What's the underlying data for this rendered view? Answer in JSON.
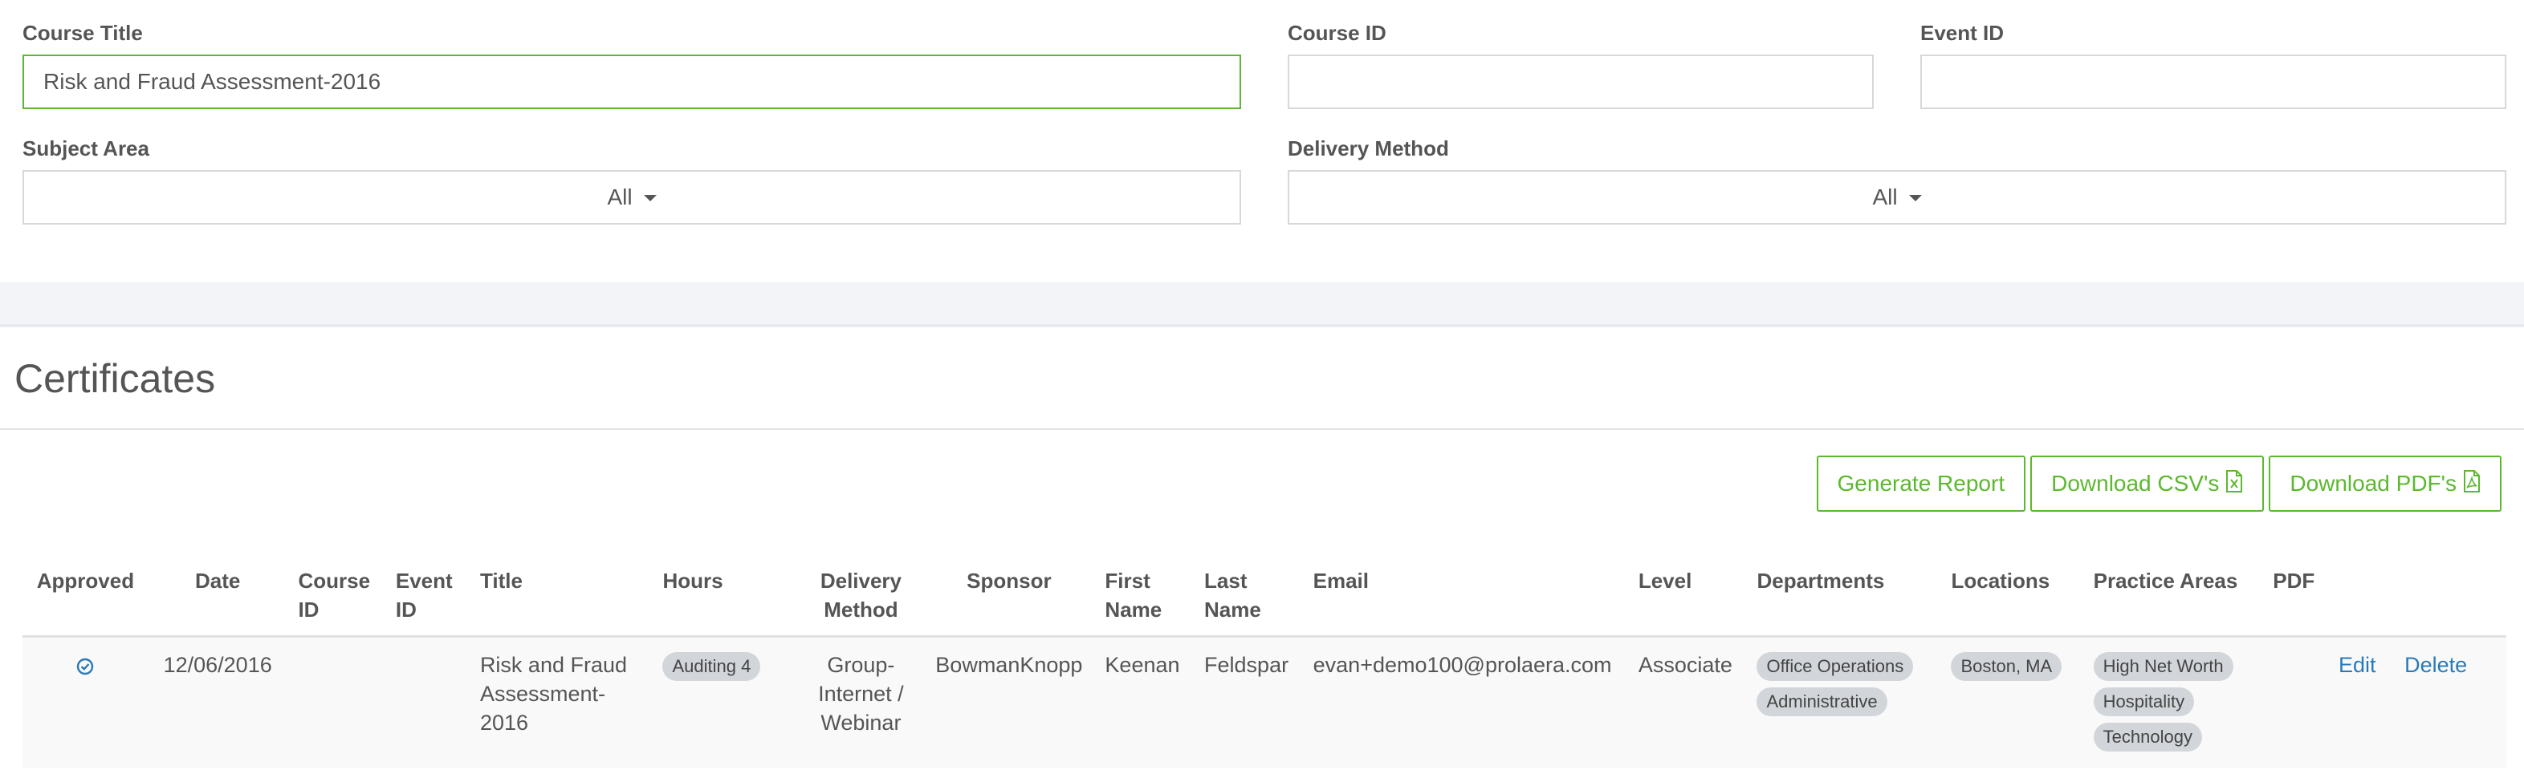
{
  "filters": {
    "course_title": {
      "label": "Course Title",
      "value": "Risk and Fraud Assessment-2016"
    },
    "course_id": {
      "label": "Course ID",
      "value": ""
    },
    "event_id": {
      "label": "Event ID",
      "value": ""
    },
    "subject_area": {
      "label": "Subject Area",
      "selected": "All"
    },
    "delivery_method": {
      "label": "Delivery Method",
      "selected": "All"
    }
  },
  "certificates": {
    "title": "Certificates",
    "actions": {
      "generate_report": "Generate Report",
      "download_csv": "Download CSV's",
      "download_pdf": "Download PDF's"
    },
    "columns": {
      "approved": "Approved",
      "date": "Date",
      "course_id_1": "Course",
      "course_id_2": "ID",
      "event_id_1": "Event",
      "event_id_2": "ID",
      "title": "Title",
      "hours": "Hours",
      "delivery_1": "Delivery",
      "delivery_2": "Method",
      "sponsor": "Sponsor",
      "first_name_1": "First",
      "first_name_2": "Name",
      "last_name_1": "Last",
      "last_name_2": "Name",
      "email": "Email",
      "level": "Level",
      "departments": "Departments",
      "locations": "Locations",
      "practice_areas": "Practice Areas",
      "pdf": "PDF"
    },
    "rows": [
      {
        "approved": true,
        "date": "12/06/2016",
        "course_id": "",
        "event_id": "",
        "title_lines": [
          "Risk and Fraud",
          "Assessment-",
          "2016"
        ],
        "hours": "Auditing 4",
        "delivery_lines": [
          "Group-",
          "Internet /",
          "Webinar"
        ],
        "sponsor": "BowmanKnopp",
        "first_name": "Keenan",
        "last_name": "Feldspar",
        "email": "evan+demo100@prolaera.com",
        "level": "Associate",
        "departments": [
          "Office Operations",
          "Administrative"
        ],
        "locations": [
          "Boston, MA"
        ],
        "practice_areas": [
          "High Net Worth",
          "Hospitality",
          "Technology"
        ],
        "edit": "Edit",
        "delete": "Delete"
      }
    ]
  },
  "colors": {
    "accent": "#5cb82e",
    "link": "#2a7ab8",
    "badge": "#d2d6da"
  },
  "icons": {
    "approved": "check-circle-icon",
    "csv": "excel-file-icon",
    "pdf": "pdf-file-icon",
    "dropdown": "caret-down-icon"
  }
}
